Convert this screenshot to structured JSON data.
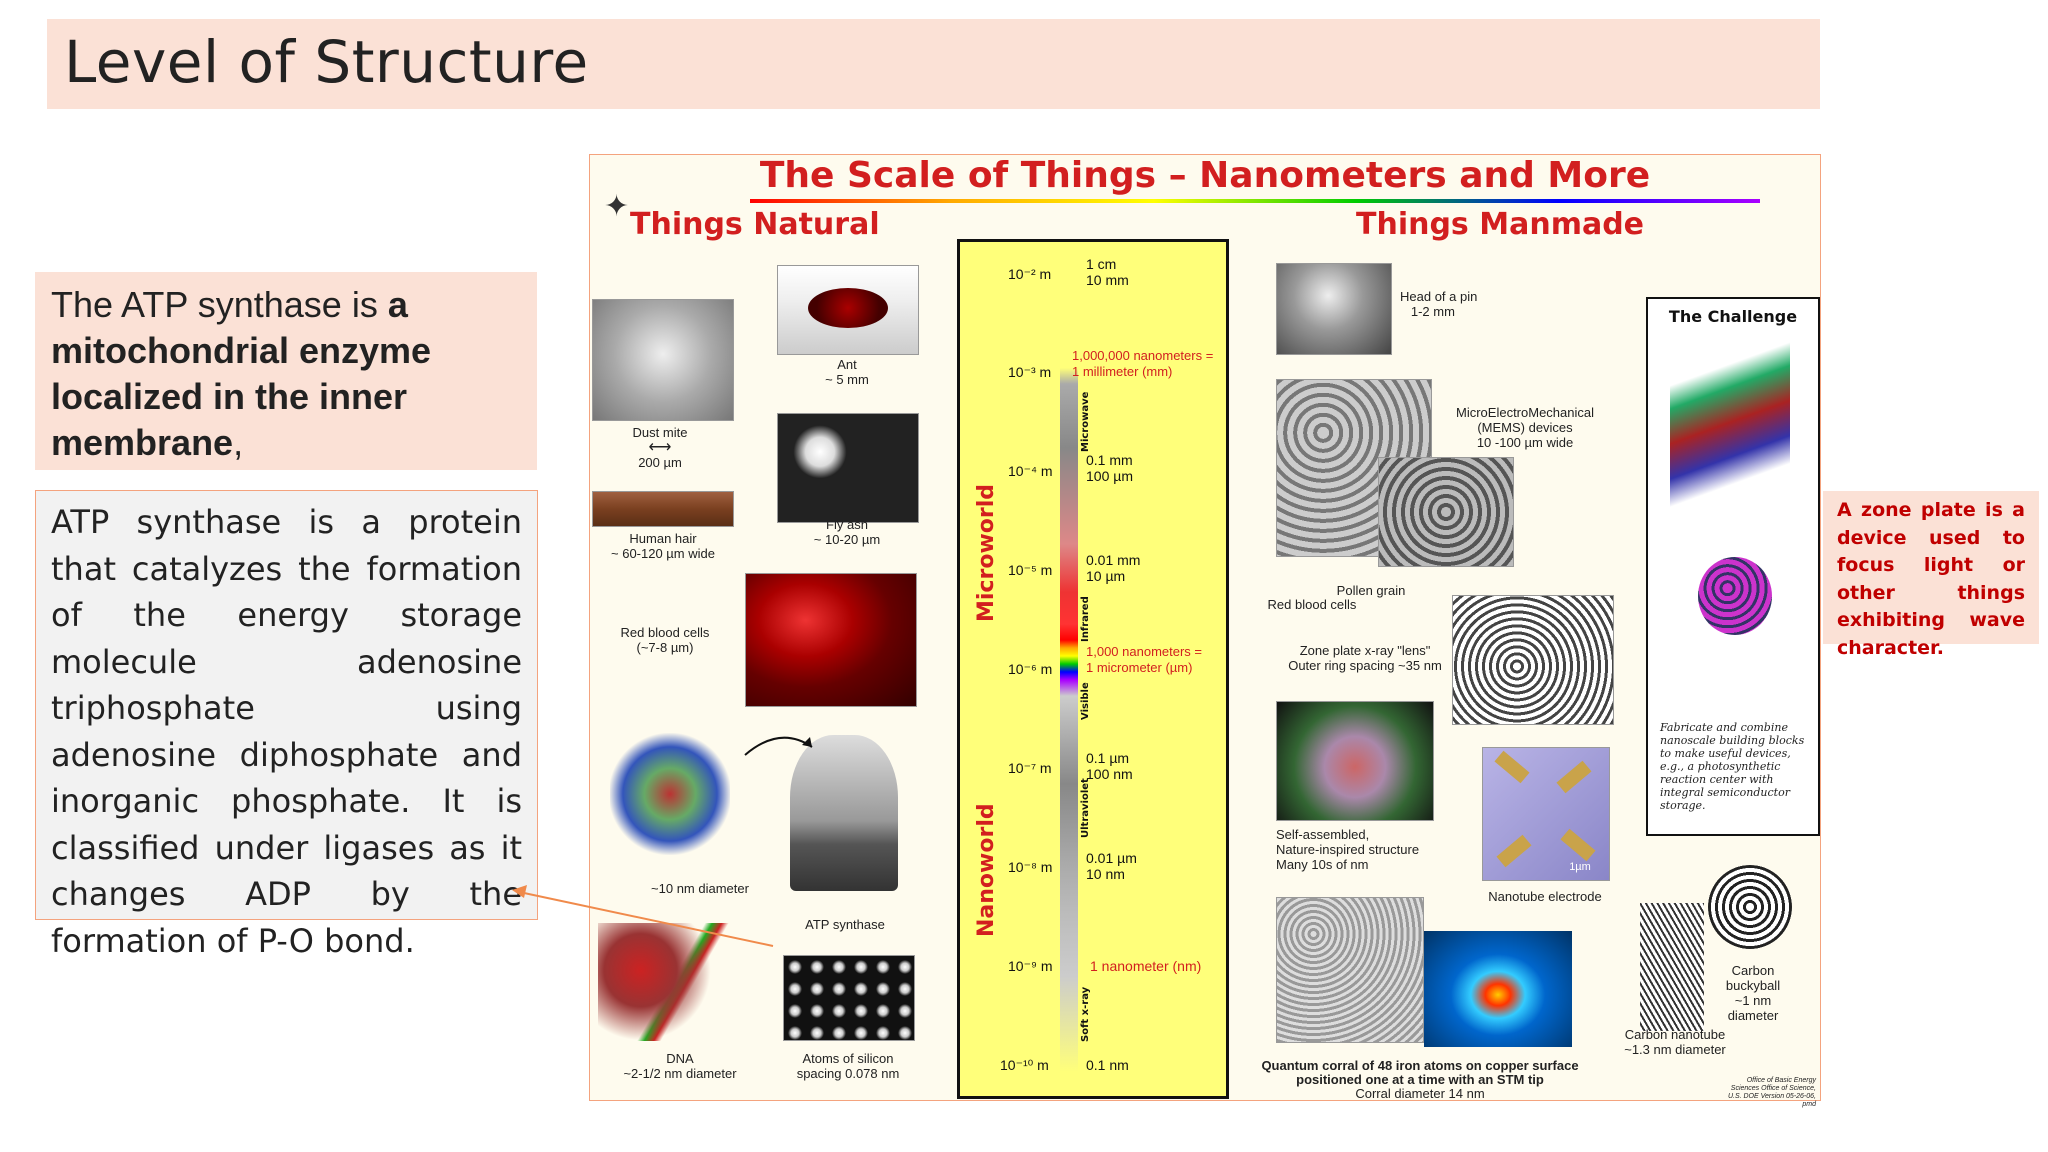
{
  "title": "Level of Structure",
  "box1": {
    "lead": "The ATP synthase is ",
    "bold": "a mitochondrial enzyme localized in the inner membrane",
    "tail": ","
  },
  "box2": {
    "text": "ATP synthase is a protein that catalyzes the formation of the energy storage molecule adenosine triphosphate using adenosine diphosphate and inorganic phosphate. It is classified under ligases as it changes ADP by the formation of P-O bond."
  },
  "zone_note": "A zone plate is a device used to focus light or other things exhibiting wave character.",
  "figure": {
    "title": "The Scale of Things – Nanometers and More",
    "natural": "Things Natural",
    "manmade": "Things Manmade",
    "captions": {
      "dust_mite": "Dust mite",
      "dust_mite_size": "200 µm",
      "ant": "Ant",
      "ant_size": "~ 5 mm",
      "human_hair": "Human hair",
      "human_hair_size": "~ 60-120 µm wide",
      "fly_ash": "Fly ash",
      "fly_ash_size": "~ 10-20 µm",
      "rbc": "Red blood cells",
      "rbc_size": "(~7-8 µm)",
      "protein": "~10 nm diameter",
      "atp_synthase": "ATP synthase",
      "dna": "DNA",
      "dna_size": "~2-1/2 nm diameter",
      "silicon": "Atoms of silicon",
      "silicon_size": "spacing 0.078 nm",
      "pin": "Head of a pin",
      "pin_size": "1-2 mm",
      "mems": "MicroElectroMechanical",
      "mems2": "(MEMS) devices",
      "mems_size": "10 -100 µm wide",
      "pollen": "Pollen grain",
      "rbc2": "Red blood cells",
      "zone_plate": "Zone plate x-ray \"lens\"",
      "zone_plate_size": "Outer ring spacing ~35 nm",
      "self_assembled": "Self-assembled,",
      "self_assembled2": "Nature-inspired structure",
      "self_assembled3": "Many 10s of nm",
      "nanotube_electrode": "Nanotube electrode",
      "quantum_corral": "Quantum corral of 48 iron atoms on copper surface",
      "quantum_corral2": "positioned one at a time with an STM tip",
      "quantum_corral3": "Corral diameter 14 nm",
      "nanotube": "Carbon nanotube",
      "nanotube_size": "~1.3 nm diameter",
      "buckyball": "Carbon",
      "buckyball2": "buckyball",
      "buckyball3": "~1 nm",
      "buckyball4": "diameter",
      "challenge": "The Challenge",
      "challenge_text": "Fabricate and combine nanoscale building blocks to make useful devices, e.g., a photosynthetic reaction center with integral semiconductor storage.",
      "credit": "Office of Basic Energy Sciences Office of Science, U.S. DOE Version 05-26-06, pmd",
      "micron": "1µm"
    },
    "scale": {
      "microworld": "Microworld",
      "nanoworld": "Nanoworld",
      "ticks": [
        "10⁻² m",
        "10⁻³ m",
        "10⁻⁴ m",
        "10⁻⁵ m",
        "10⁻⁶ m",
        "10⁻⁷ m",
        "10⁻⁸ m",
        "10⁻⁹ m",
        "10⁻¹⁰ m"
      ],
      "labels": [
        [
          "1 cm",
          "10 mm"
        ],
        [
          "1,000,000 nanometers =",
          "1 millimeter (mm)"
        ],
        [
          "0.1 mm",
          "100 µm"
        ],
        [
          "0.01 mm",
          "10 µm"
        ],
        [
          "1,000 nanometers =",
          "1 micrometer (µm)"
        ],
        [
          "0.1 µm",
          "100 nm"
        ],
        [
          "0.01 µm",
          "10 nm"
        ],
        [
          "1 nanometer (nm)",
          ""
        ],
        [
          "0.1 nm",
          ""
        ]
      ],
      "bands": [
        "Microwave",
        "Infrared",
        "Visible",
        "Ultraviolet",
        "Soft x-ray"
      ]
    }
  }
}
